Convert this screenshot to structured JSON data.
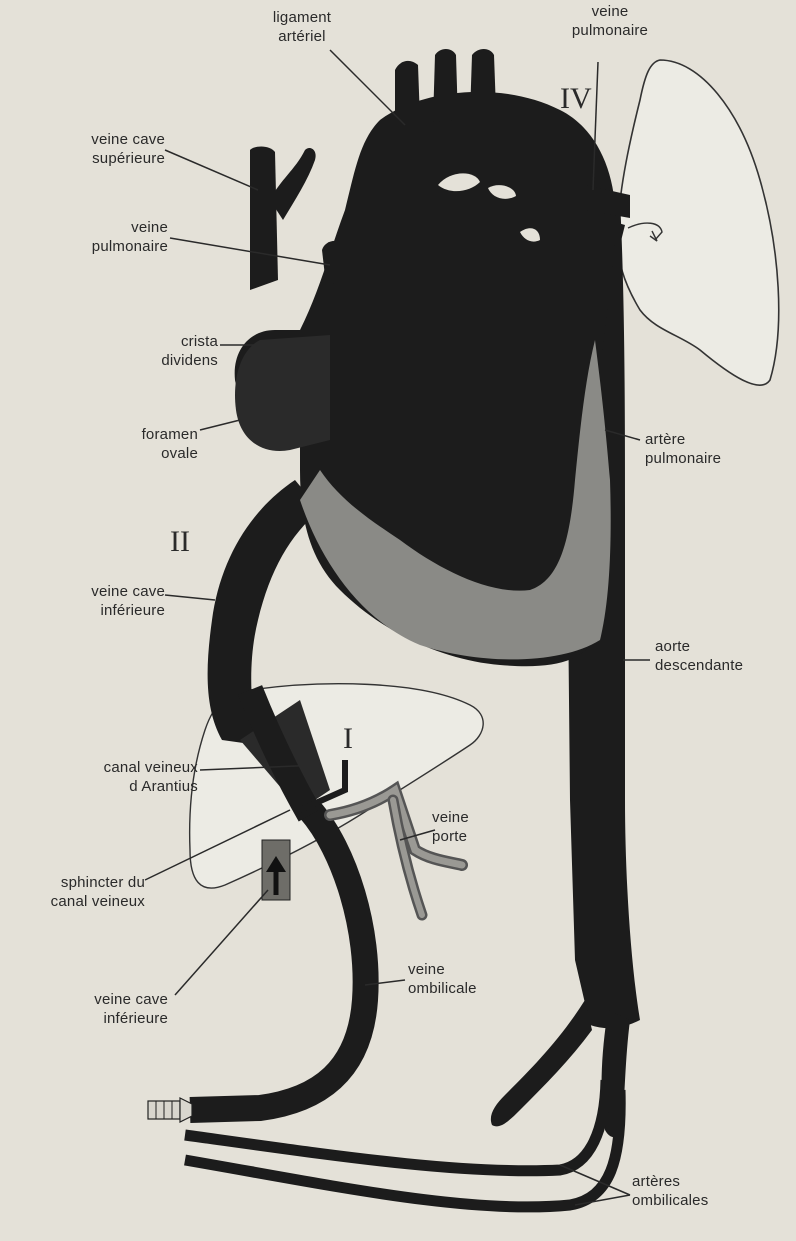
{
  "labels": {
    "ligament_arteriel": "ligament\nartériel",
    "veine_pulmonaire_top": "veine\npulmonaire",
    "veine_cave_superieure": "veine cave\nsupérieure",
    "veine_pulmonaire_left": "veine\npulmonaire",
    "crista_dividens": "crista\ndividens",
    "foramen_ovale": "foramen\novale",
    "artere_pulmonaire": "artère\npulmonaire",
    "veine_cave_inferieure_mid": "veine cave\ninférieure",
    "aorte_descendante": "aorte\ndescendante",
    "canal_veineux": "canal veineux\nd Arantius",
    "veine_porte": "veine\nporte",
    "sphincter": "sphincter du\ncanal veineux",
    "veine_ombilicale": "veine\nombilicale",
    "veine_cave_inferieure_low": "veine cave\ninférieure",
    "arteres_ombilicales": "artères\nombilicales"
  },
  "roman_numerals": {
    "iv": "IV",
    "ii": "II",
    "i": "I"
  },
  "colors": {
    "paper": "#e4e1d8",
    "vessel": "#1c1c1c",
    "gray_wall": "#8a8a86",
    "ink": "#2a2a2a"
  }
}
